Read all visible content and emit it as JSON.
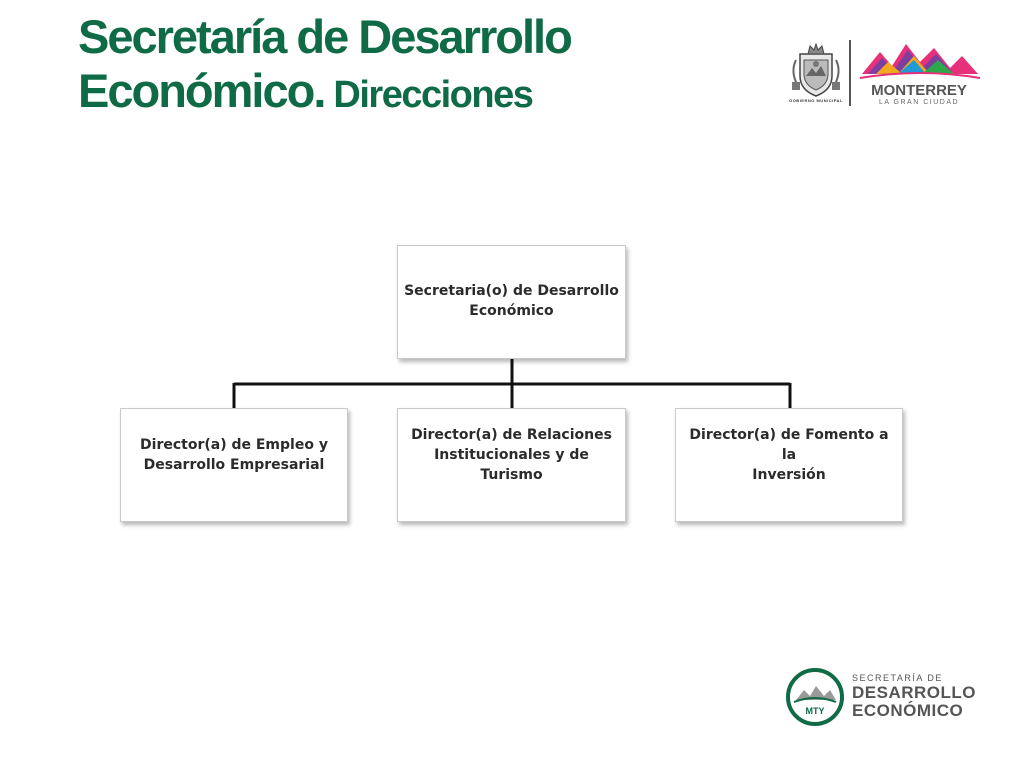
{
  "title": {
    "line1": "Secretaría de Desarrollo",
    "line2_main": "Económico.",
    "line2_suffix": " Direcciones",
    "color": "#0e6b45"
  },
  "header_logos": {
    "gobierno": {
      "icon": "municipal-coat-of-arms-icon",
      "label": "GOBIERNO MUNICIPAL"
    },
    "monterrey": {
      "icon": "monterrey-mountains-logo-icon",
      "name": "MONTERREY",
      "tagline": "LA GRAN CIUDAD"
    }
  },
  "org_chart": {
    "top": {
      "line1": "Secretaria(o) de Desarrollo",
      "line2": "Económico"
    },
    "children": [
      {
        "line1": "Director(a) de Empleo y",
        "line2": "Desarrollo Empresarial"
      },
      {
        "line1": "Director(a) de Relaciones",
        "line2": "Institucionales y de Turismo"
      },
      {
        "line1": "Director(a) de Fomento a la",
        "line2": "Inversión"
      }
    ]
  },
  "footer_logo": {
    "icon": "mty-circle-logo-icon",
    "badge": "MTY",
    "line1": "SECRETARÍA DE",
    "line2": "DESARROLLO",
    "line3": "ECONÓMICO",
    "color": "#0e6b45"
  }
}
